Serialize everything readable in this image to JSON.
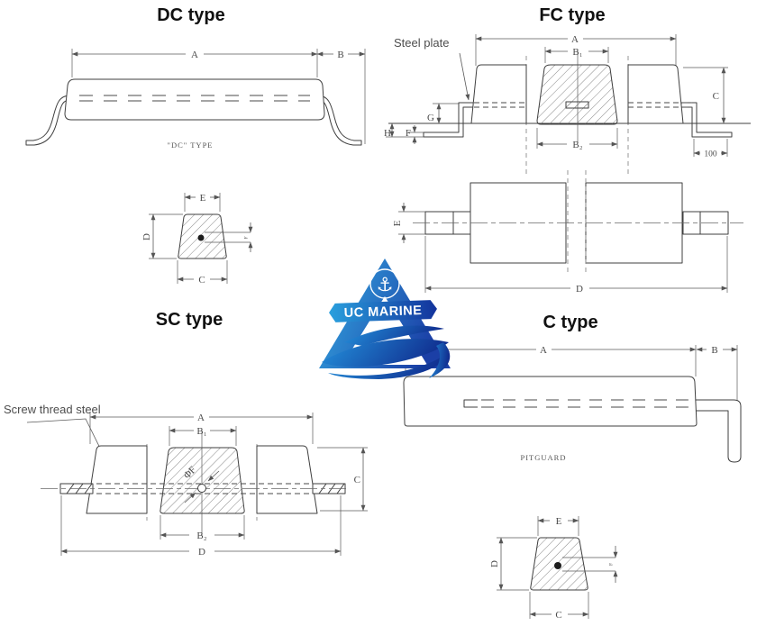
{
  "colors": {
    "line": "#3f3f3f",
    "dim_text": "#4a4a4a",
    "logo_blue_light": "#2fa9e2",
    "logo_blue_mid": "#1565c8",
    "logo_blue_dark": "#16339e"
  },
  "dc": {
    "title": "DC type",
    "dim_a": "A",
    "dim_b": "B",
    "caption": "\"DC\" TYPE"
  },
  "fc": {
    "title": "FC type",
    "steel_plate_label": "Steel plate",
    "dim_a": "A",
    "dim_b1": "B₁",
    "dim_c": "C",
    "dim_g": "G",
    "dim_h": "H",
    "dim_f": "F",
    "dim_b2": "B₂",
    "dim_100": "100"
  },
  "cross_section_left": {
    "dim_e": "E",
    "dim_d": "D",
    "dim_c": "C",
    "dim_f": "F"
  },
  "cylinder": {
    "dim_e": "E",
    "dim_d": "D"
  },
  "logo": {
    "banner_text": "UC MARINE",
    "anchor_glyph": "⚓"
  },
  "sc": {
    "title": "SC type",
    "screw_thread_label": "Screw thread steel",
    "dim_a": "A",
    "dim_b1": "B₁",
    "dim_phi_f": "ΦF",
    "dim_c": "C",
    "dim_b2": "B₂",
    "dim_d": "D"
  },
  "c": {
    "title": "C type",
    "dim_a": "A",
    "dim_b": "B",
    "caption": "PITGUARD"
  },
  "cross_section_right": {
    "dim_e": "E",
    "dim_d": "D",
    "dim_c": "C",
    "dim_f": "F"
  }
}
